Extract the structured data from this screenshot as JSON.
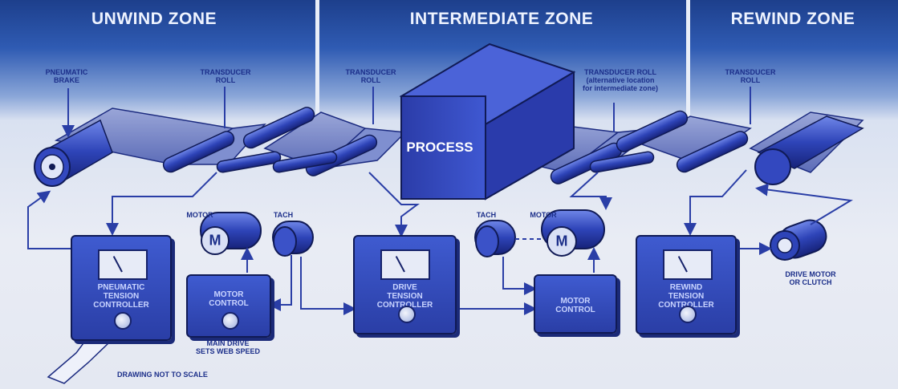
{
  "zones": {
    "unwind": "UNWIND ZONE",
    "intermediate": "INTERMEDIATE ZONE",
    "rewind": "REWIND ZONE"
  },
  "labels": {
    "pneumatic_brake": "PNEUMATIC\nBRAKE",
    "transducer_roll_1": "TRANSDUCER\nROLL",
    "transducer_roll_2": "TRANSDUCER\nROLL",
    "transducer_roll_alt": "TRANSDUCER ROLL\n(alternative location\nfor intermediate zone)",
    "transducer_roll_3": "TRANSDUCER\nROLL",
    "motor_1": "MOTOR",
    "tach_1": "TACH",
    "tach_2": "TACH",
    "motor_2": "MOTOR",
    "main_drive": "MAIN DRIVE\nSETS WEB SPEED",
    "drive_motor": "DRIVE MOTOR\nOR CLUTCH",
    "not_to_scale": "DRAWING NOT TO SCALE",
    "process": "PROCESS",
    "motor_letter": "M"
  },
  "controllers": {
    "pneumatic": "PNEUMATIC\nTENSION\nCONTROLLER",
    "drive": "DRIVE\nTENSION\nCONTROLLER",
    "rewind": "REWIND\nTENSION\nCONTROLLER",
    "motor_control_1": "MOTOR\nCONTROL",
    "motor_control_2": "MOTOR\nCONTROL"
  },
  "colors": {
    "accent": "#2a3ea6",
    "dark": "#101a55",
    "label": "#1c2f8a"
  }
}
